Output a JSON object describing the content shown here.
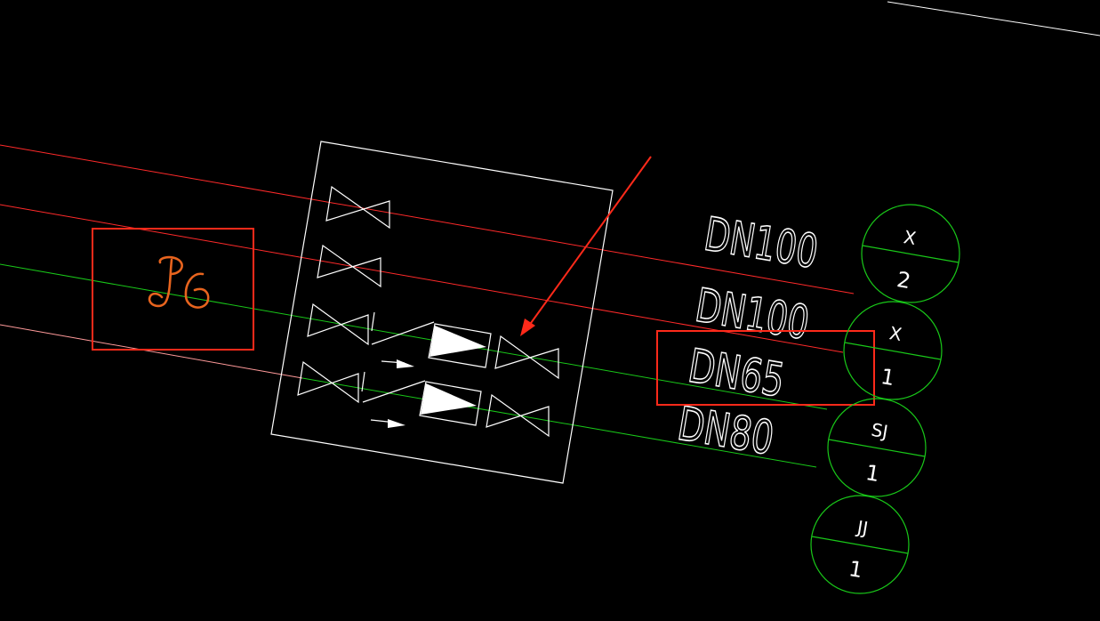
{
  "colors": {
    "background": "#000000",
    "pipe_red": "#ff2a2a",
    "pipe_green": "#19c819",
    "pipe_pink": "#ff9a9a",
    "linework": "#ffffff",
    "annotation_red": "#ff2a1a",
    "handwriting_orange": "#e8641e",
    "circle_green": "#19c819"
  },
  "handwritten_note": "",
  "pipe_labels": [
    {
      "text": "DN100"
    },
    {
      "text": "DN100"
    },
    {
      "text": "DN65"
    },
    {
      "text": "DN80"
    }
  ],
  "riser_tags": [
    {
      "top": "X",
      "bottom": "2"
    },
    {
      "top": "X",
      "bottom": "1"
    },
    {
      "top": "SJ",
      "bottom": "1"
    },
    {
      "top": "JJ",
      "bottom": "1"
    }
  ],
  "icons": {
    "valve": "gate-valve-icon",
    "check_valve": "check-valve-icon",
    "arrow": "annotation-arrow-icon"
  }
}
